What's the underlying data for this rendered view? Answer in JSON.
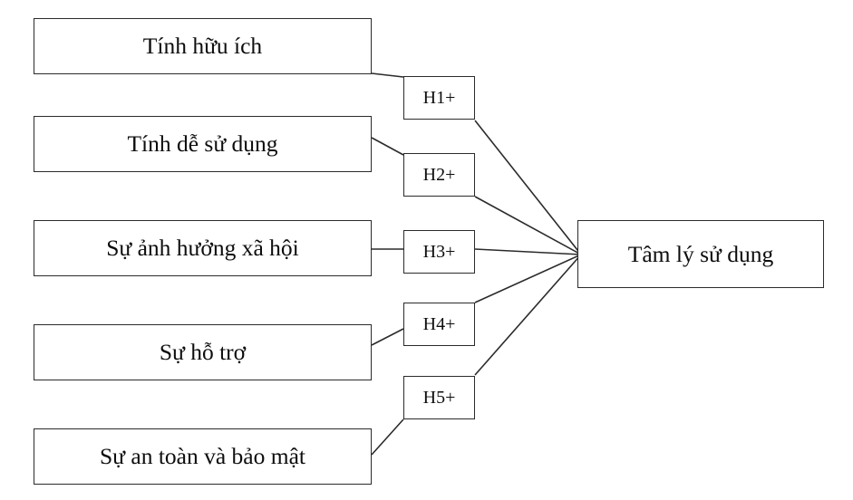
{
  "diagram": {
    "type": "research-model",
    "language": "vi",
    "stroke_color": "#2b2b2b",
    "text_color": "#0d0d0d",
    "background_color": "#ffffff",
    "constructs": [
      {
        "id": "usefulness",
        "label": "Tính hữu ích"
      },
      {
        "id": "ease-of-use",
        "label": "Tính dễ sử dụng"
      },
      {
        "id": "social",
        "label": "Sự ảnh hưởng xã hội"
      },
      {
        "id": "support",
        "label": "Sự hỗ trợ"
      },
      {
        "id": "security",
        "label": "Sự an toàn và bảo mật"
      }
    ],
    "hypotheses": [
      {
        "id": "h1",
        "label": "H1+",
        "from": "usefulness",
        "to": "outcome"
      },
      {
        "id": "h2",
        "label": "H2+",
        "from": "ease-of-use",
        "to": "outcome"
      },
      {
        "id": "h3",
        "label": "H3+",
        "from": "social",
        "to": "outcome"
      },
      {
        "id": "h4",
        "label": "H4+",
        "from": "support",
        "to": "outcome"
      },
      {
        "id": "h5",
        "label": "H5+",
        "from": "security",
        "to": "outcome"
      }
    ],
    "outcome": {
      "id": "outcome",
      "label": "Tâm lý sử dụng"
    }
  }
}
